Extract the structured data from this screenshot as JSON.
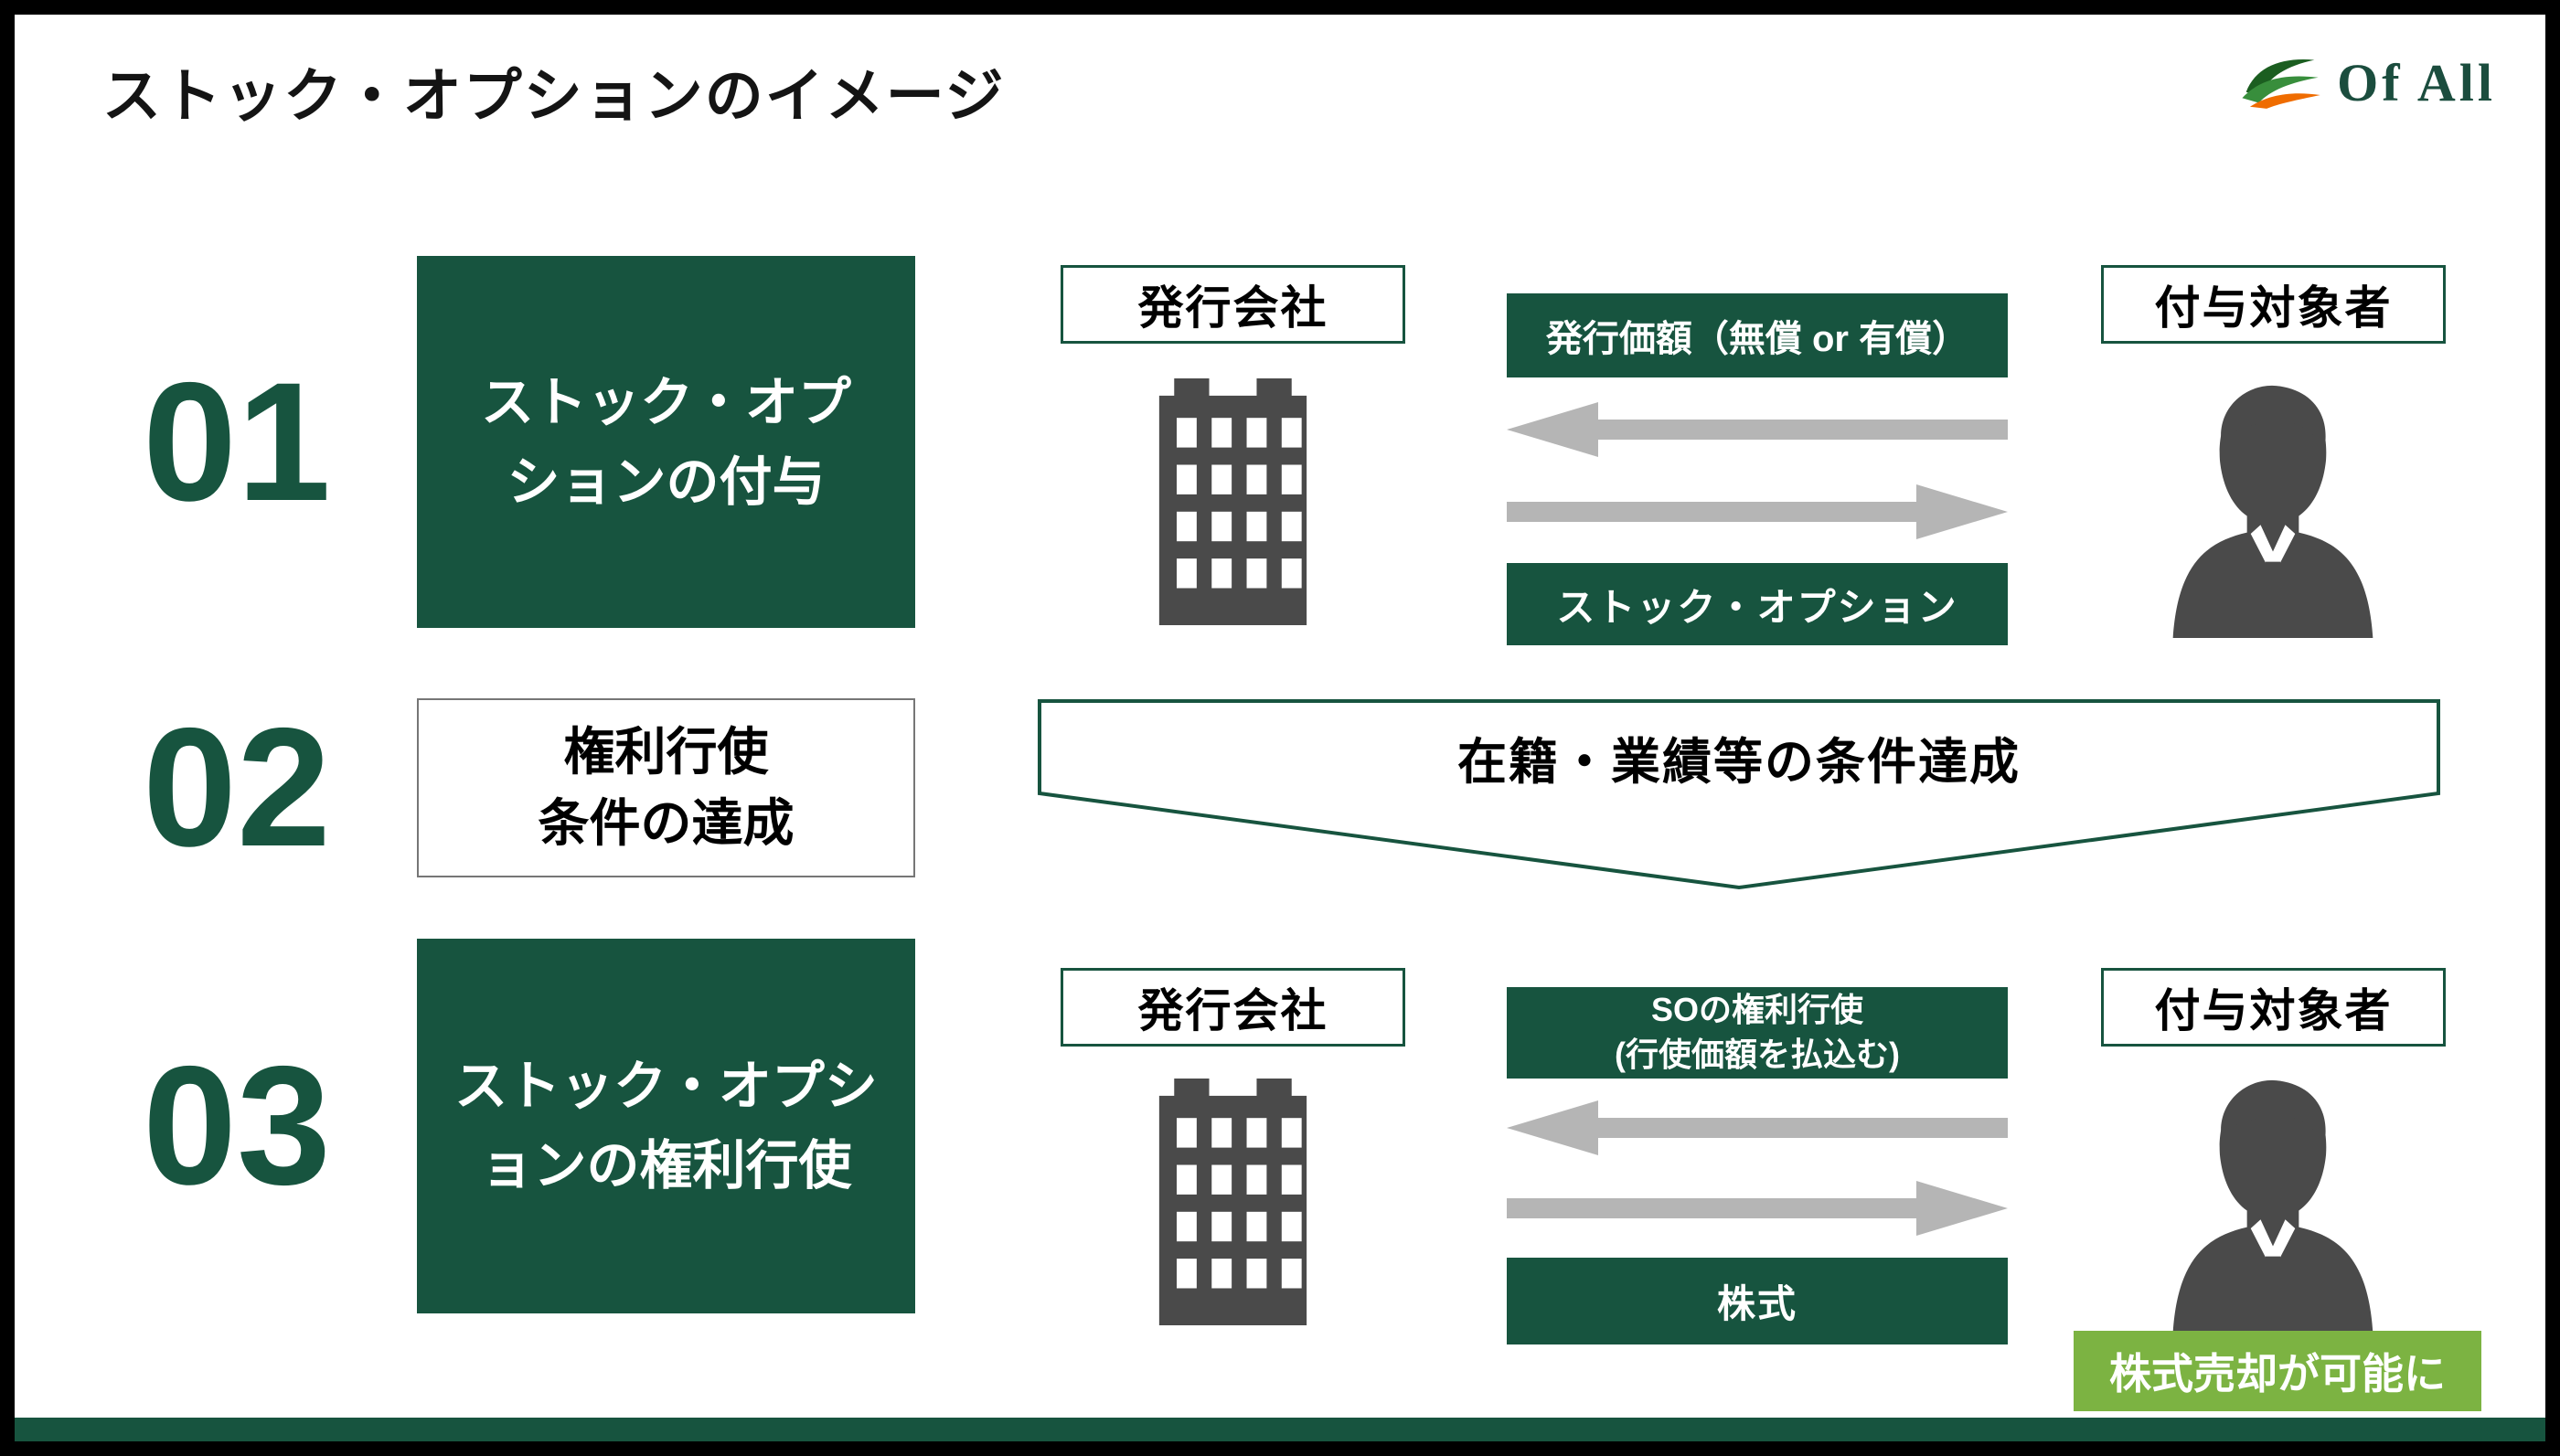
{
  "header": {
    "title": "ストック・オプションのイメージ",
    "logo_text": "Of All"
  },
  "colors": {
    "dark_green": "#17543F",
    "light_green": "#7CB342",
    "arrow_gray": "#B5B5B5",
    "icon_gray": "#4A4A4A"
  },
  "step1": {
    "number": "01",
    "label": "ストック・オプ\nションの付与",
    "issuer": "発行会社",
    "recipient": "付与対象者",
    "top_chip": "発行価額（無償 or 有償）",
    "bottom_chip": "ストック・オプション"
  },
  "step2": {
    "number": "02",
    "label": "権利行使\n条件の達成",
    "banner": "在籍・業績等の条件達成"
  },
  "step3": {
    "number": "03",
    "label": "ストック・オプシ\nョンの権利行使",
    "issuer": "発行会社",
    "recipient": "付与対象者",
    "top_chip": "SOの権利行使\n(行使価額を払込む)",
    "bottom_chip": "株式",
    "note": "株式売却が可能に"
  }
}
